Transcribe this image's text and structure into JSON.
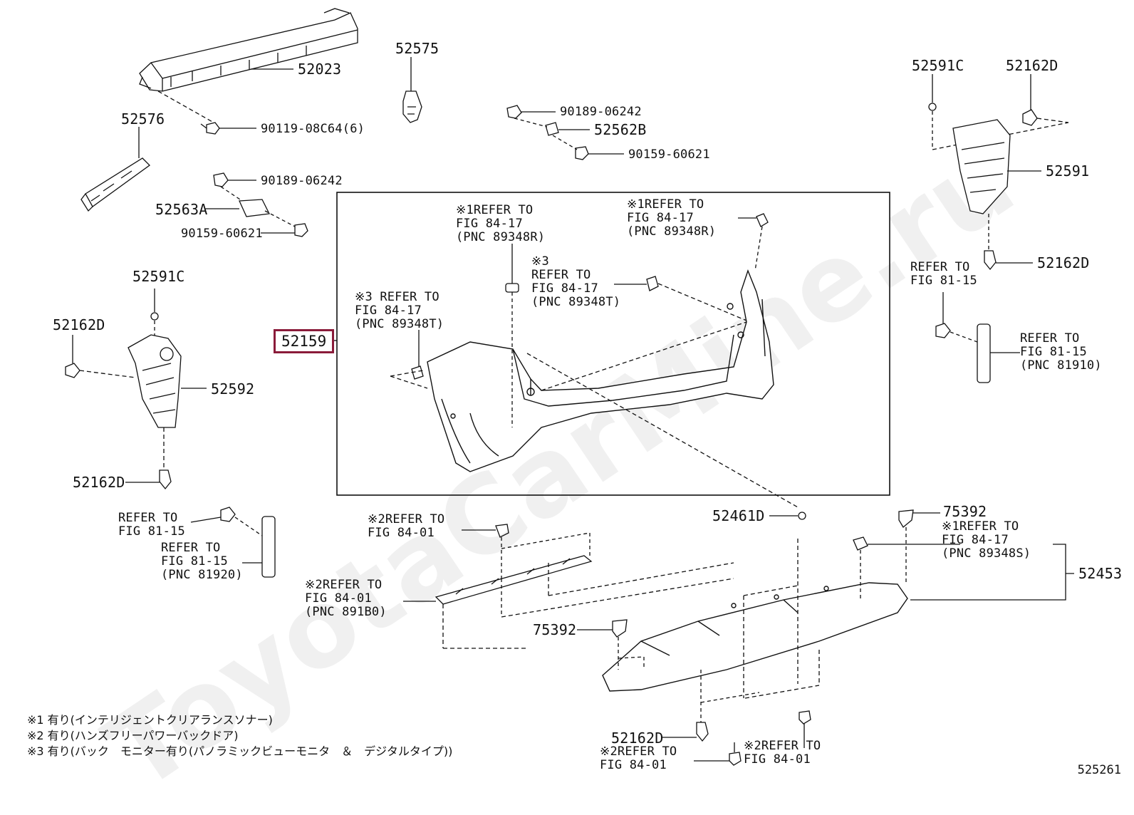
{
  "watermark": "ToyotaCarMine.ru",
  "diagram_number": "525261",
  "highlight_label": "52159",
  "labels": {
    "p52023": "52023",
    "p52575": "52575",
    "p52576": "52576",
    "p90119": "90119-08C64(6)",
    "p90189a": "90189-06242",
    "p52562B": "52562B",
    "p90159a": "90159-60621",
    "p90189b": "90189-06242",
    "p52563A": "52563A",
    "p90159b": "90159-60621",
    "p52591C_l": "52591C",
    "p52162D_l1": "52162D",
    "p52592": "52592",
    "p52162D_l2": "52162D",
    "p52591C_r": "52591C",
    "p52162D_r1": "52162D",
    "p52591": "52591",
    "p52162D_r2": "52162D",
    "p52461D": "52461D",
    "p75392a": "75392",
    "p52453": "52453",
    "p75392b": "75392",
    "p52162D_b": "52162D"
  },
  "refs": {
    "r1": "※1REFER TO\nFIG 84-17\n(PNC 89348R)",
    "r2": "※1REFER TO\nFIG 84-17\n(PNC 89348R)",
    "r3": "※3\nREFER TO\nFIG 84-17\n(PNC 89348T)",
    "r4": "※3 REFER TO\nFIG 84-17\n(PNC 89348T)",
    "r5": "REFER TO\nFIG 81-15",
    "r6": "REFER TO\nFIG 81-15\n(PNC 81910)",
    "r7": "REFER TO\nFIG 81-15",
    "r8": "REFER TO\nFIG 81-15\n(PNC 81920)",
    "r9": "※2REFER TO\nFIG 84-01",
    "r10": "※2REFER TO\nFIG 84-01\n(PNC 891B0)",
    "r11": "※1REFER TO\nFIG 84-17\n(PNC 89348S)",
    "r12": "※2REFER TO\nFIG 84-01",
    "r13": "※2REFER TO\nFIG 84-01"
  },
  "notes": [
    "※1 有り(インテリジェントクリアランスソナー)",
    "※2 有り(ハンズフリーパワーバックドア)",
    "※3 有り(バック　モニター有り(パノラミックビューモニタ　＆　デジタルタイプ))"
  ]
}
